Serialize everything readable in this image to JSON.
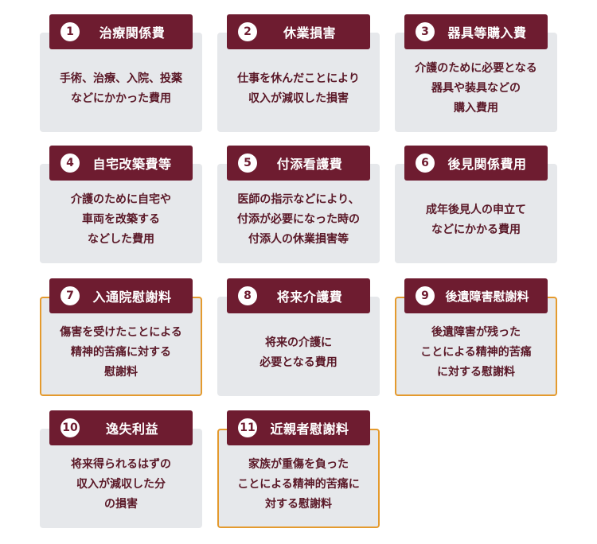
{
  "items": [
    {
      "num": "1",
      "title": "治療関係費",
      "desc": "手術、治療、入院、投薬\nなどにかかった費用"
    },
    {
      "num": "2",
      "title": "休業損害",
      "desc": "仕事を休んだことにより\n収入が減収した損害"
    },
    {
      "num": "3",
      "title": "器具等購入費",
      "desc": "介護のために必要となる\n器具や装具などの\n購入費用"
    },
    {
      "num": "4",
      "title": "自宅改築費等",
      "desc": "介護のために自宅や\n車両を改築する\nなどした費用"
    },
    {
      "num": "5",
      "title": "付添看護費",
      "desc": "医師の指示などにより、\n付添が必要になった時の\n付添人の休業損害等"
    },
    {
      "num": "6",
      "title": "後見関係費用",
      "desc": "成年後見人の申立て\nなどにかかる費用"
    },
    {
      "num": "7",
      "title": "入通院慰謝料",
      "desc": "傷害を受けたことによる\n精神的苦痛に対する\n慰謝料"
    },
    {
      "num": "8",
      "title": "将来介護費",
      "desc": "将来の介護に\n必要となる費用"
    },
    {
      "num": "9",
      "title": "後遺障害慰謝料",
      "desc": "後遺障害が残った\nことによる精神的苦痛\nに対する慰謝料"
    },
    {
      "num": "10",
      "title": "逸失利益",
      "desc": "将来得られるはずの\n収入が減収した分\nの損害"
    },
    {
      "num": "11",
      "title": "近親者慰謝料",
      "desc": "家族が重傷を負った\nことによる精神的苦痛に\n対する慰謝料"
    }
  ],
  "colors": {
    "header_bg": "#6e1c30",
    "box_bg": "#e6e8eb",
    "text": "#5a1827",
    "highlight_border": "#e49a2e"
  }
}
